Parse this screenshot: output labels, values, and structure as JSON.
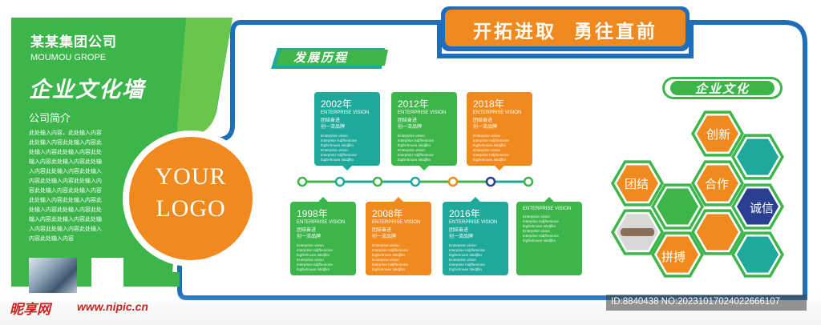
{
  "header": {
    "slogan": "开拓进取  勇往直前"
  },
  "company": {
    "name_cn": "某某集团公司",
    "name_en": "MOUMOU GROPE",
    "wall_title": "企业文化墙",
    "intro_title": "公司简介",
    "intro_lines": [
      "此处输入内容，此处输入内容",
      "此处输入内容此处输入内容此",
      "处输入内容此处输入内容此处",
      "输入内容此处输入内容此处输",
      "入内容此处输入内容此处输入",
      "内容此处输入内容此处输入内",
      "容此处输入内容此处输入内容",
      "此处输入内容此处输入内容此",
      "处输入内容此处输入内容此处",
      "输入内容此处输入内容此处输",
      "入内容此处输入内容此处输入",
      "内容此处输入内容"
    ],
    "logo_line1": "YOUR",
    "logo_line2": "LOGO"
  },
  "timeline": {
    "title": "发展历程",
    "top_cards": [
      {
        "year": "2002年",
        "sub": "ENTERPRISE VISION",
        "s1": "团结奋进",
        "s2": "创一流品牌",
        "body": [
          "Enterprise vision",
          "interprise Isdjfhenione",
          "Ibgfrehnues Iskdjfkn",
          "Enterprise vision",
          "interprise Isdjfhenione",
          "Ibgfrehnues Iskdjfkn"
        ],
        "color": "#1ea99a"
      },
      {
        "year": "2012年",
        "sub": "ENTERPRISE VISION",
        "s1": "团结奋进",
        "s2": "创一流品牌",
        "body": [
          "Enterprise vision",
          "interprise Isdjfhenione",
          "Ibgfrehnues Iskdjfkn",
          "Enterprise vision",
          "interprise Isdjfhenione",
          "Ibgfrehnues Iskdjfkn"
        ],
        "color": "#3cb54a"
      },
      {
        "year": "2018年",
        "sub": "ENTERPRISE VISION",
        "s1": "团结奋进",
        "s2": "创一流品牌",
        "body": [
          "Enterprise vision",
          "interprise Isdjfhenione",
          "Ibgfrehnues Iskdjfkn",
          "Enterprise vision",
          "interprise Isdjfhenione",
          "Ibgfrehnues Iskdjfkn"
        ],
        "color": "#f08a1e"
      }
    ],
    "bottom_cards": [
      {
        "year": "1998年",
        "sub": "ENTERPRISE VISION",
        "s1": "团结奋进",
        "s2": "创一流品牌",
        "body": [
          "Enterprise vision",
          "interprise Isdjfhenione",
          "Ibgfrehnues Iskdjfkn",
          "Enterprise vision",
          "interprise Isdjfhenione",
          "Ibgfrehnues Iskdjfkn"
        ],
        "color": "#3cb54a"
      },
      {
        "year": "2008年",
        "sub": "ENTERPRISE VISION",
        "s1": "团结奋进",
        "s2": "创一流品牌",
        "body": [
          "Enterprise vision",
          "interprise Isdjfhenione",
          "Ibgfrehnues Iskdjfkn",
          "Enterprise vision",
          "interprise Isdjfhenione",
          "Ibgfrehnues Iskdjfkn"
        ],
        "color": "#f08a1e"
      },
      {
        "year": "2016年",
        "sub": "ENTERPRISE VISION",
        "s1": "团结奋进",
        "s2": "创一流品牌",
        "body": [
          "Enterprise vision",
          "interprise Isdjfhenione",
          "Ibgfrehnues Iskdjfkn",
          "Enterprise vision",
          "interprise Isdjfhenione",
          "Ibgfrehnues Iskdjfkn"
        ],
        "color": "#1ea99a"
      },
      {
        "year": "",
        "sub": "ENTERPRISE VISION",
        "s1": "",
        "s2": "",
        "body": [
          "Enterprise vision",
          "interprise Isdjfhenione",
          "Ibgfrehnues Iskdjfkn",
          "Enterprise vision",
          "interprise Isdjfhenione",
          "Ibgfrehnues Iskdjfkn"
        ],
        "color": "#3cb54a"
      }
    ]
  },
  "culture": {
    "title": "企业文化",
    "values": [
      "创新",
      "团结",
      "合作",
      "诚信",
      "拼搏"
    ]
  },
  "watermark": {
    "site_cn": "昵享网",
    "site_url": "www.nipic.cn",
    "id_text": "ID:8840438 NO:20231017024022666107"
  },
  "colors": {
    "green": "#3cb54a",
    "orange": "#f08a1e",
    "blue": "#1f6fb8",
    "teal": "#1ea99a",
    "navy": "#2a3f8f"
  }
}
